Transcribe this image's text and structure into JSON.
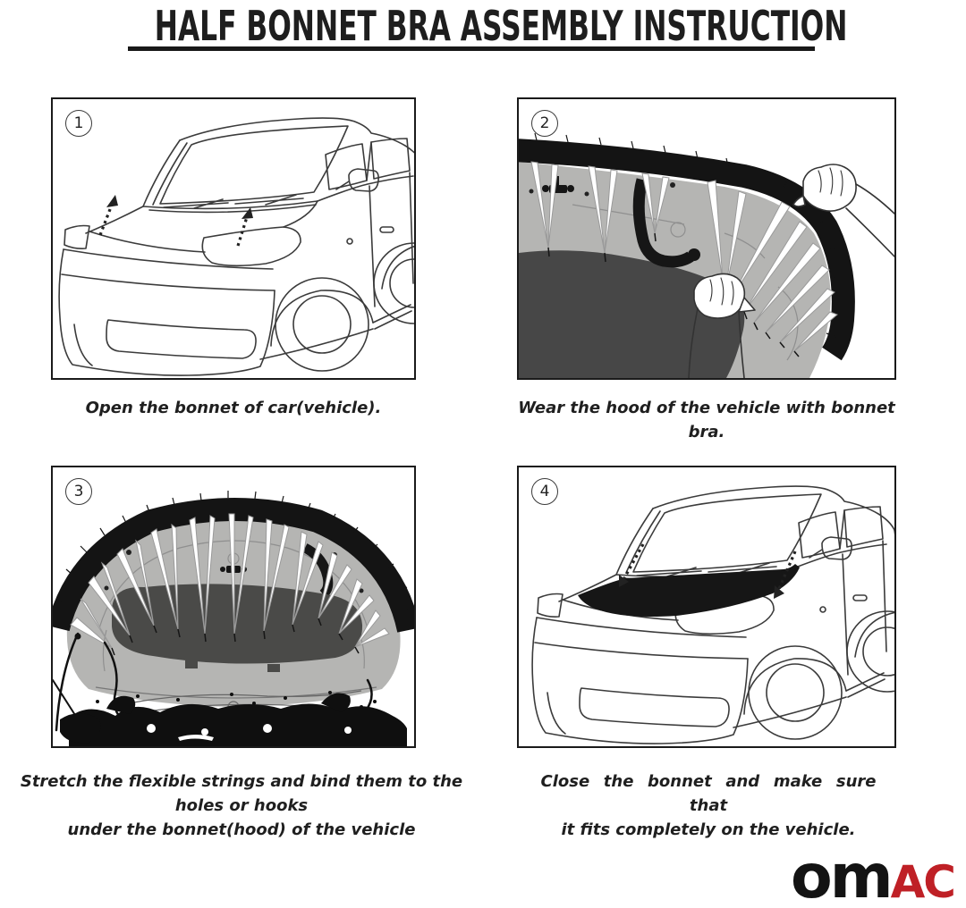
{
  "title": "HALF BONNET BRA ASSEMBLY INSTRUCTION",
  "steps": [
    {
      "number": "1",
      "caption_lines": [
        "Open the bonnet of car(vehicle)."
      ]
    },
    {
      "number": "2",
      "caption_lines": [
        "Wear the hood of the vehicle with bonnet bra."
      ]
    },
    {
      "number": "3",
      "caption_lines": [
        "Stretch the flexible strings and bind them to the holes or hooks",
        "under the bonnet(hood) of the vehicle"
      ]
    },
    {
      "number": "4",
      "caption_lines": [
        "Close the bonnet and make sure that",
        "it fits completely on the vehicle."
      ]
    }
  ],
  "logo": {
    "black_part": "om",
    "red_part": "AC"
  },
  "colors": {
    "bra_black": "#141414",
    "hood_gray": "#b5b5b3",
    "pad_gray": "#4a4a48",
    "logo_red": "#bf2026",
    "outline": "#3b3b3b"
  }
}
